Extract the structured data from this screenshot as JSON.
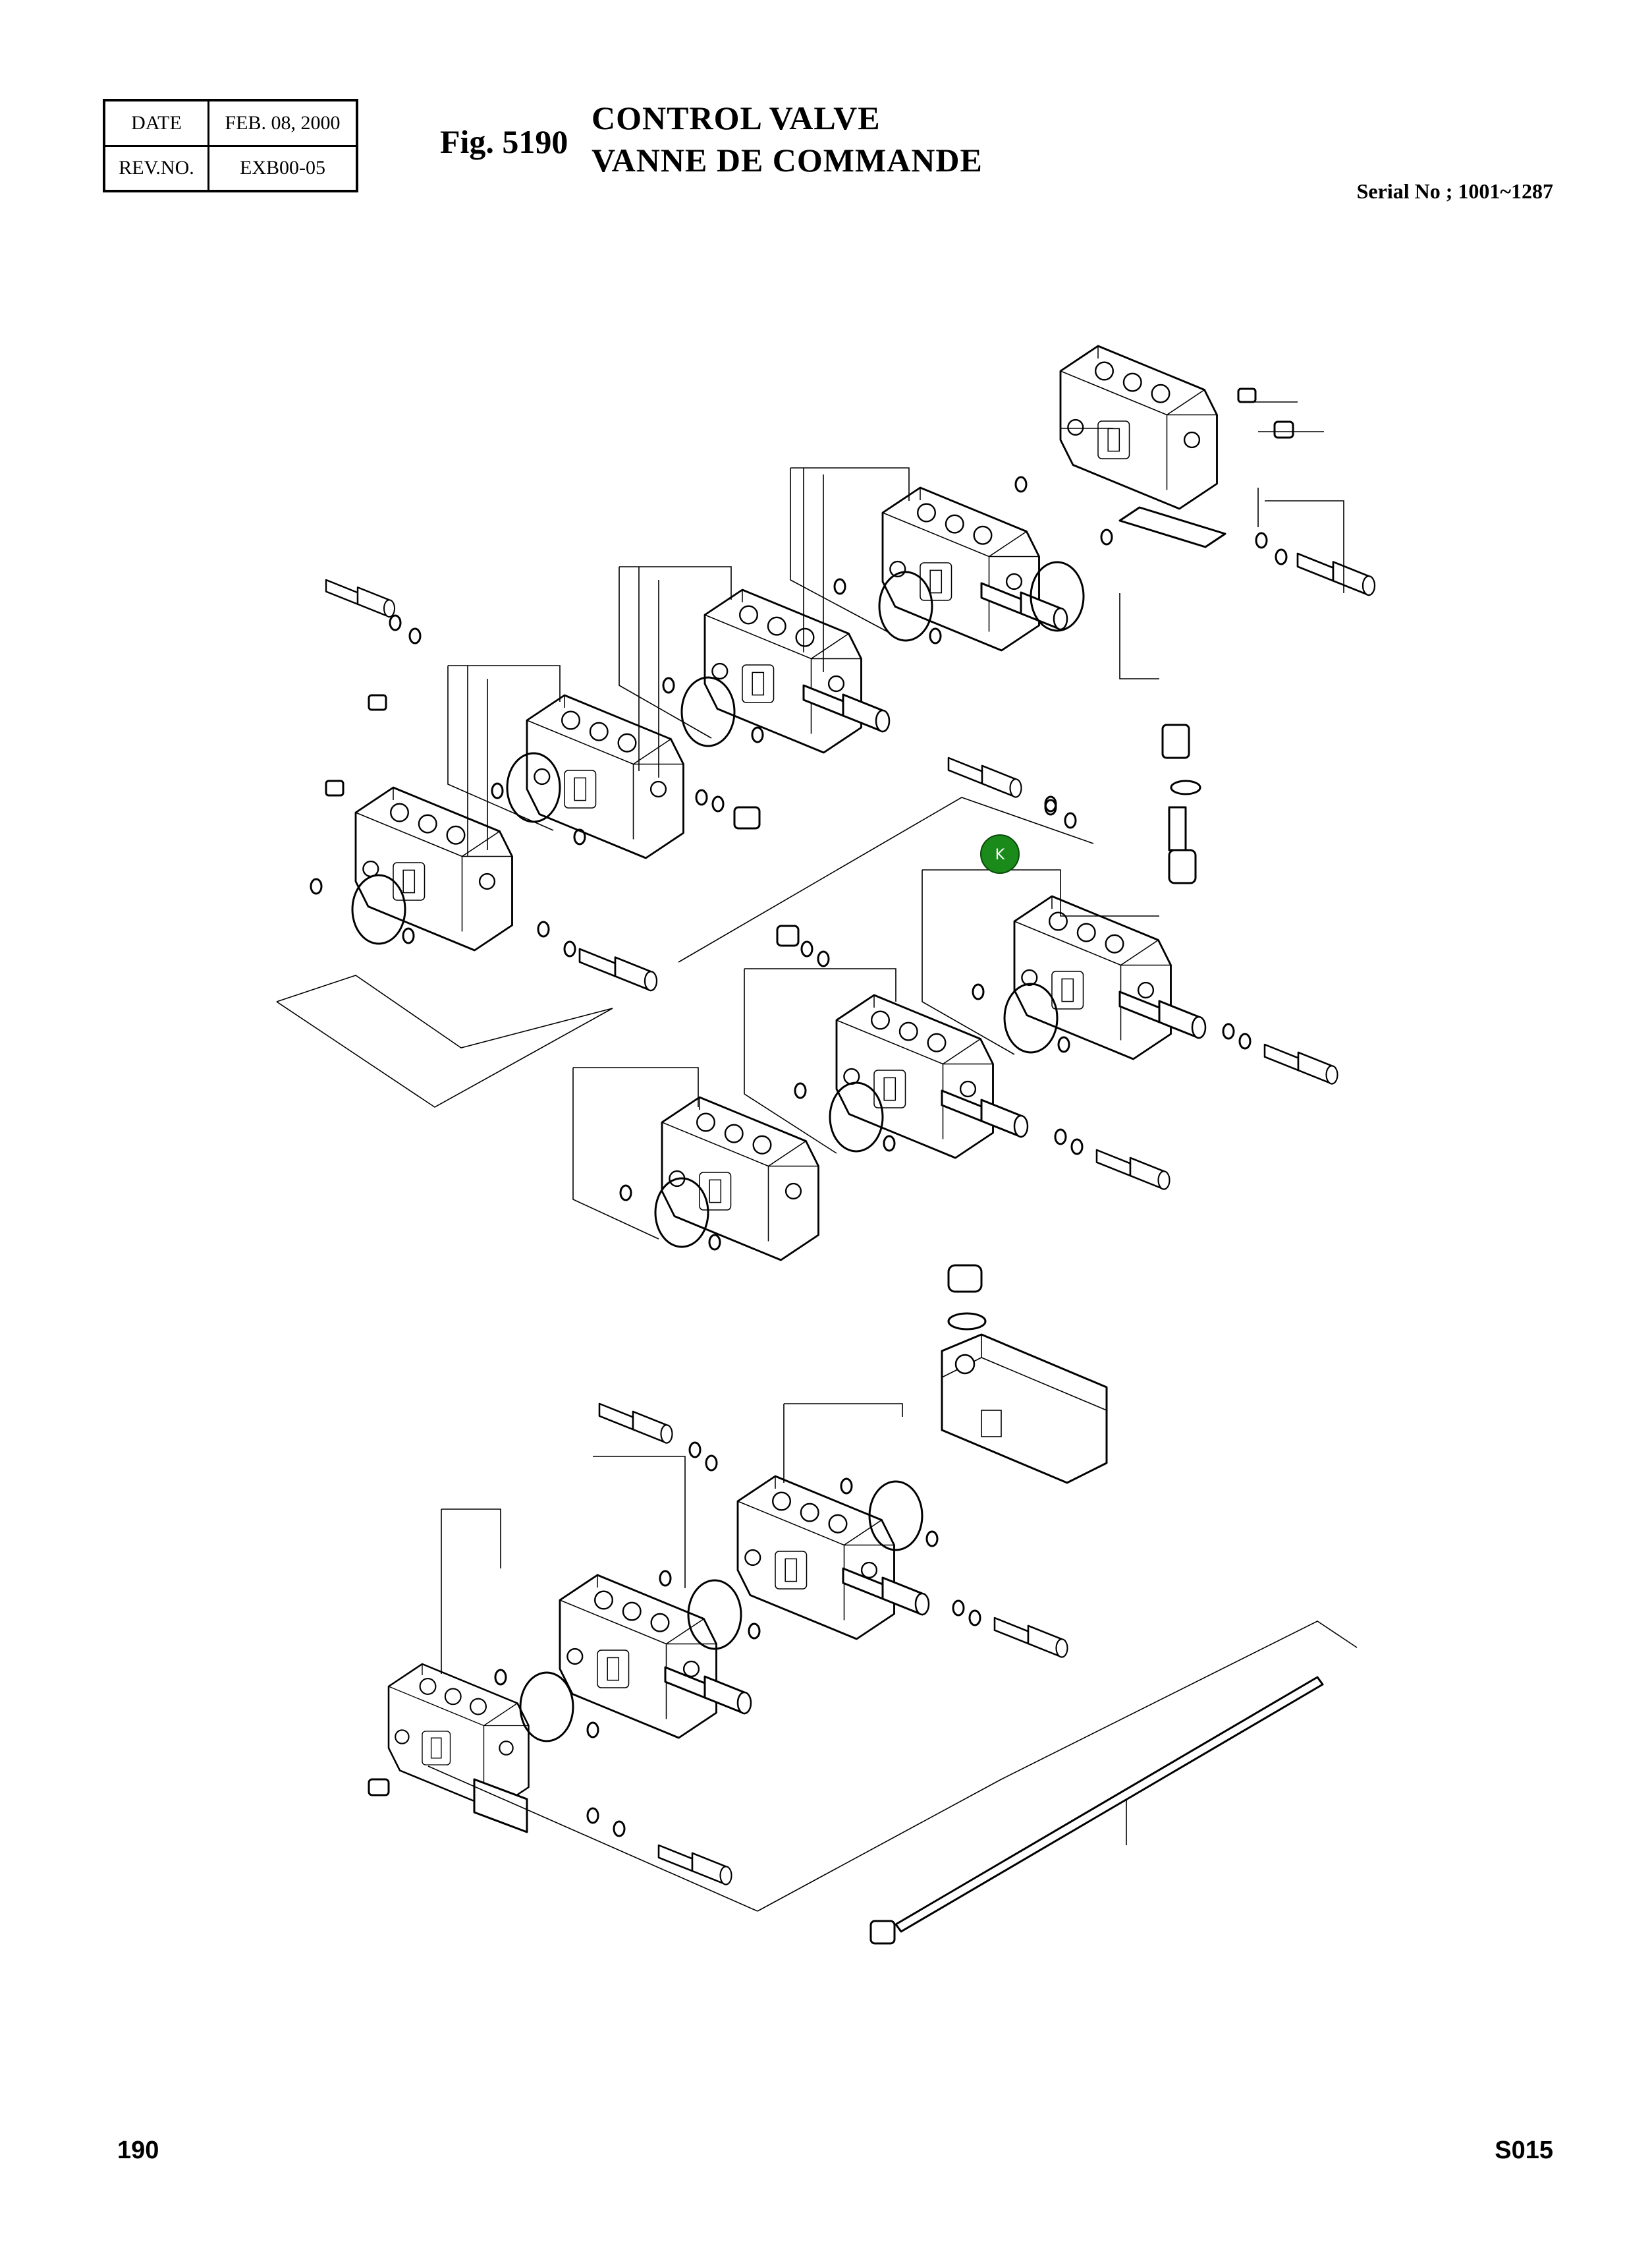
{
  "header": {
    "date_label": "DATE",
    "date_value": "FEB. 08, 2000",
    "rev_label": "REV.NO.",
    "rev_value": "EXB00-05",
    "figure": "Fig. 5190",
    "title_en": "CONTROL VALVE",
    "title_fr": "VANNE DE COMMANDE",
    "serial": "Serial No ; 1001~1287"
  },
  "diagram": {
    "callout_badge": {
      "label": "K",
      "color": "#1a8a1a"
    }
  },
  "footer": {
    "page_number": "190",
    "code": "S015"
  }
}
